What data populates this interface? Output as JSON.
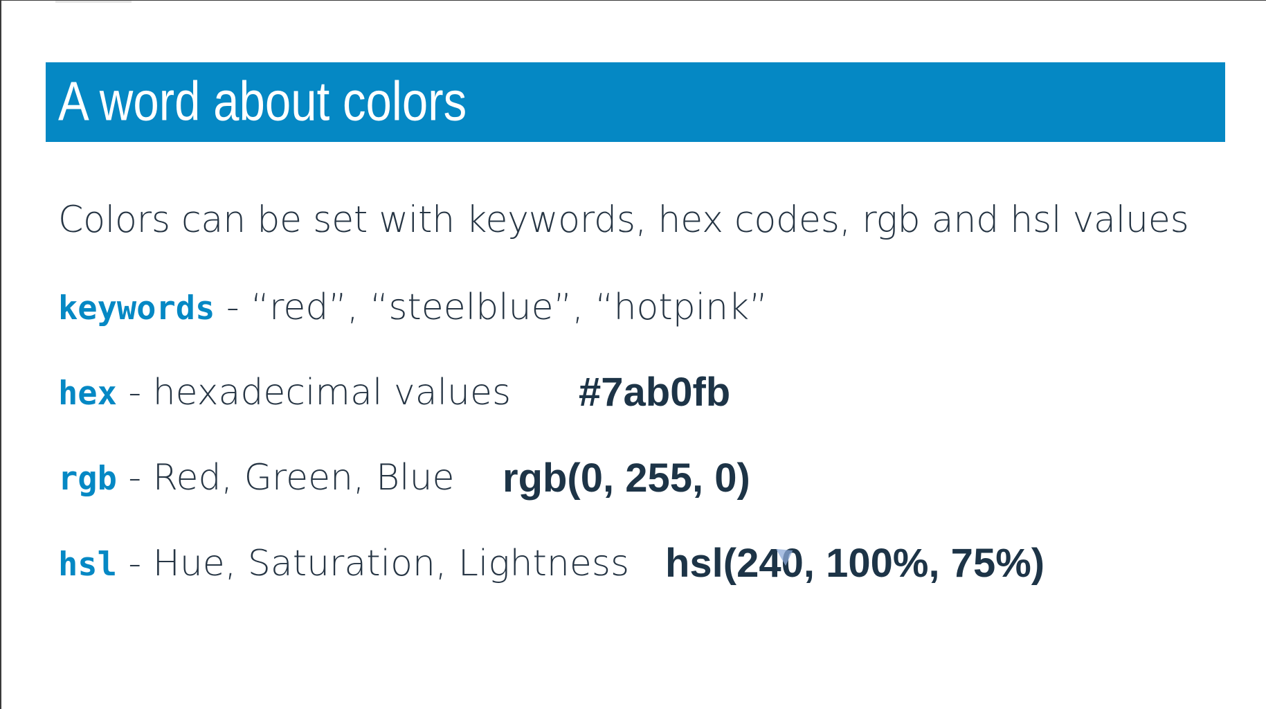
{
  "slide": {
    "title": "A word about colors",
    "intro": "Colors can be set with keywords, hex codes, rgb and hsl values",
    "rows": [
      {
        "keyword": "keywords",
        "separator": " - ",
        "description": "“red”, “steelblue”, “hotpink”",
        "example": ""
      },
      {
        "keyword": "hex",
        "separator": " - ",
        "description": "hexadecimal values",
        "example": "#7ab0fb"
      },
      {
        "keyword": "rgb",
        "separator": " - ",
        "description": "Red, Green, Blue",
        "example": "rgb(0, 255, 0)"
      },
      {
        "keyword": "hsl",
        "separator": " - ",
        "description": "Hue, Saturation, Lightness",
        "example": "hsl(240, 100%, 75%)"
      }
    ]
  },
  "colors": {
    "title_bar": "#0588c4",
    "keyword_text": "#0588c4",
    "body_text": "#263544",
    "example_text": "#1d3447",
    "background": "#ffffff"
  },
  "icons": {
    "cursor": "mouse-pointer-icon"
  }
}
